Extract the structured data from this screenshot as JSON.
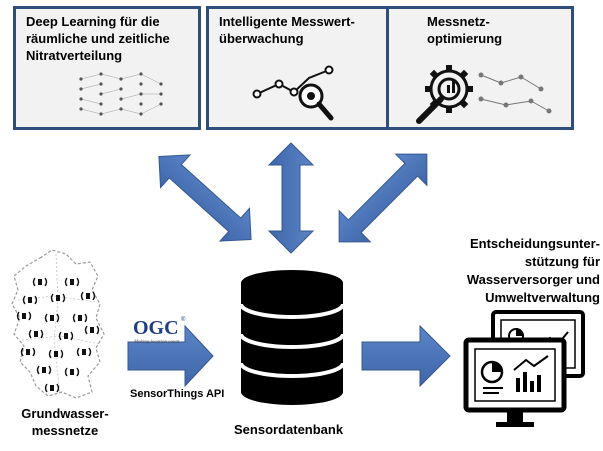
{
  "boxes": [
    {
      "title_lines": [
        "Deep Learning für die",
        "räumliche und zeitliche",
        "Nitratverteilung"
      ],
      "icon": "neural-network-icon"
    },
    {
      "title_lines": [
        "Intelligente Messwert-",
        "überwachung"
      ],
      "icon": "chart-magnifier-icon"
    },
    {
      "title_lines": [
        "Messnetz-",
        "optimierung"
      ],
      "icon": "gear-wrench-icon"
    }
  ],
  "map_label_lines": [
    "Grundwasser-",
    "messnetze"
  ],
  "ogc": {
    "logo": "OGC",
    "tagline": "Making location count.",
    "api_label": "SensorThings API"
  },
  "database_label": "Sensordatenbank",
  "decision_label_lines": [
    "Entscheidungsunter-",
    "stützung für",
    "Wasserversorger und",
    "Umweltverwaltung"
  ],
  "colors": {
    "arrow": "#4a73b7",
    "box_border": "#2e4e7c",
    "box_fill": "#f2f2f2"
  }
}
